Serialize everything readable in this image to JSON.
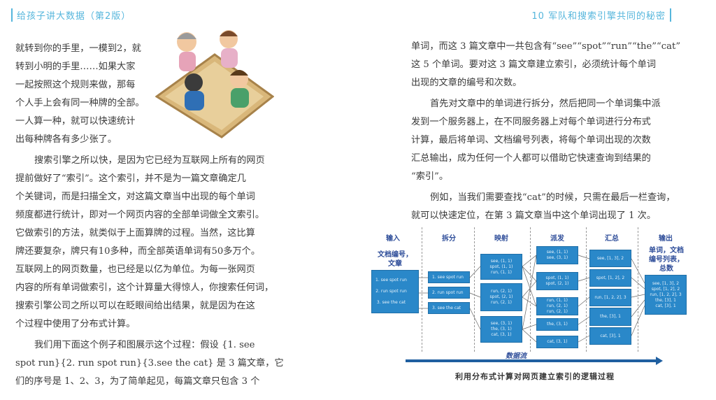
{
  "header": {
    "left": "给孩子讲大数据（第2版）",
    "right": "10 军队和搜索引擎共同的秘密"
  },
  "left_page": {
    "lines": [
      "就转到你的手里，一模到2，就",
      "转到小明的手里……如果大家",
      "一起按照这个规则来做，那每",
      "个人手上会有同一种牌的全部。",
      "一人算一种，就可以快速统计",
      "出每种牌各有多少张了。",
      "搜索引擎之所以快，是因为它已经为互联网上所有的网页",
      "提前做好了“索引”。这个索引，并不是为一篇文章确定几",
      "个关键词，而是扫描全文，对这篇文章当中出现的每个单词",
      "频度都进行统计，即对一个网页内容的全部单词做全文索引。",
      "它做索引的方法，就类似于上面算牌的过程。当然，这比算",
      "牌还要复杂，牌只有10多种，而全部英语单词有50多万个。",
      "互联网上的网页数量，也已经是以亿为单位。为每一张网页",
      "内容的所有单词做索引，这个计算量大得惊人，你搜索任何词，",
      "搜索引擎公司之所以可以在眨眼间给出结果，就是因为在这",
      "个过程中使用了分布式计算。",
      "我们用下面这个例子和图展示这个过程：假设 {1. see",
      "spot run}{2. run spot run}{3.see the cat} 是 3 篇文章，它",
      "们的序号是 1、2、3，为了简单起见，每篇文章只包含 3 个"
    ]
  },
  "right_page": {
    "lines": [
      "单词，而这 3 篇文章中一共包含有“see”“spot”“run”“the”“cat”",
      "这 5 个单词。要对这 3 篇文章建立索引，必须统计每个单词",
      "出现的文章的编号和次数。",
      "首先对文章中的单词进行拆分，然后把同一个单词集中派",
      "发到一个服务器上，在不同服务器上对每个单词进行分布式",
      "计算，最后将单词、文档编号列表，将每个单词出现的次数",
      "汇总输出，成为任何一个人都可以借助它快速查询到结果的",
      "“索引”。",
      "例如，当我们需要查找“cat”的时候，只需在最后一栏查询，",
      "就可以快速定位，在第 3 篇文章当中这个单词出现了 1 次。"
    ]
  },
  "diagram": {
    "columns": [
      "输入",
      "拆分",
      "映射",
      "派发",
      "汇总",
      "输出"
    ],
    "input_label": "文档编号，\n文章",
    "output_label": "单词，文档\n编号列表，\n总数",
    "input_box": "1. see spot run\n\n2. run spot run\n\n3. see the cat",
    "split": [
      "1. see spot run",
      "2. run spot run",
      "3. see the cat"
    ],
    "map": [
      "see, (1, 1)\nspot, (1, 1)\nrun, (1, 1)",
      "run, (2, 1)\nspot, (2, 1)\nrun, (2, 1)",
      "see, (3, 1)\nthe, (3, 1)\ncat, (3, 1)"
    ],
    "dispatch": [
      "see, (1, 1)\nsee, (3, 1)",
      "spot, (1, 1)\nspot, (2, 1)",
      "run, (1, 1)\nrun, (2, 1)\nrun, (2, 1)",
      "the, (3, 1)",
      "cat, (3, 1)"
    ],
    "reduce": [
      "see, [1, 3], 2",
      "spot, [1, 2], 2",
      "run, [1, 2, 2], 3",
      "the, [3], 1",
      "cat, [3], 1"
    ],
    "output_box": "see, [1, 3], 2\nspot, [1, 2], 2\nrun, [1, 2, 2], 3\nthe, [3], 1\ncat, [3], 1",
    "flow_label": "数据流",
    "caption": "利用分布式计算对网页建立索引的逻辑过程",
    "box_color": "#2a88c9"
  }
}
